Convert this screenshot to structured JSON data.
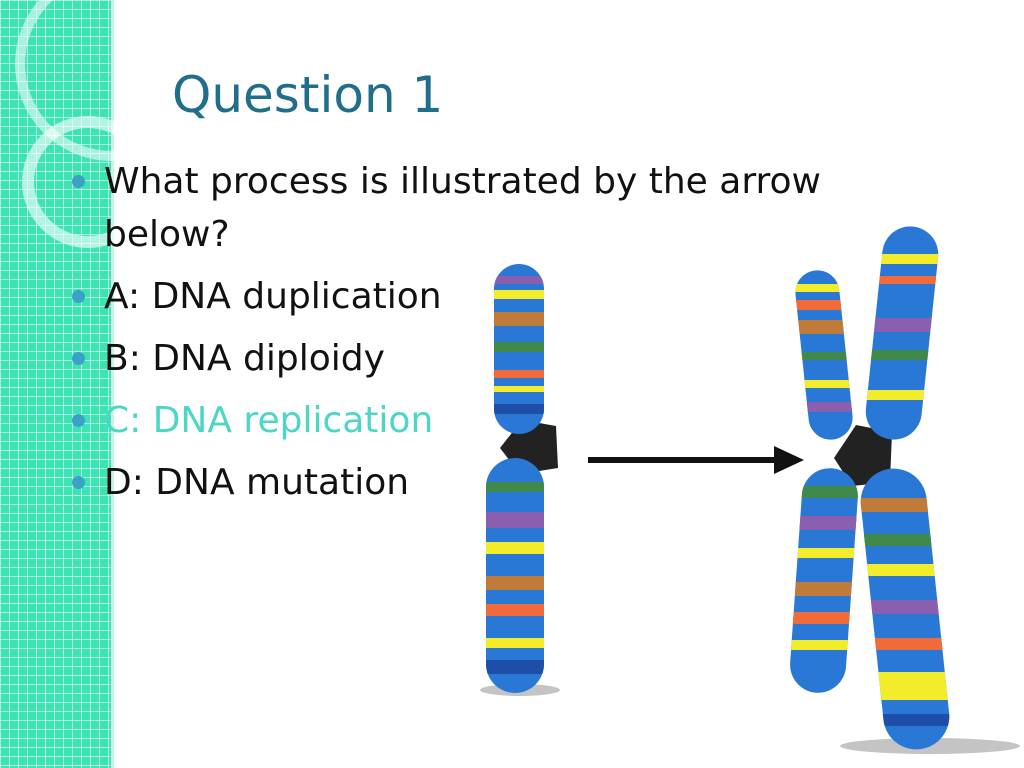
{
  "slide": {
    "title": "Question 1",
    "bullets": [
      {
        "text": "What process is illustrated by the arrow below?"
      },
      {
        "text": "A: DNA duplication"
      },
      {
        "text": "B: DNA diploidy"
      },
      {
        "text": "C: DNA replication"
      },
      {
        "text": "D: DNA mutation"
      }
    ],
    "highlighted_bullet_color": "#4cd6c6",
    "title_color": "#1f6e8a",
    "accent_color": "#3ee3b4"
  },
  "figure": {
    "left_item": "single-chromatid-chromosome-image",
    "arrow": "right-arrow-icon",
    "right_item": "duplicated-chromosome-image",
    "band_colors": [
      "#2a78d6",
      "#f2ec2a",
      "#f06a3a",
      "#3f8a4a",
      "#c07a3a",
      "#8a5fb0",
      "#1e4fa8"
    ]
  }
}
